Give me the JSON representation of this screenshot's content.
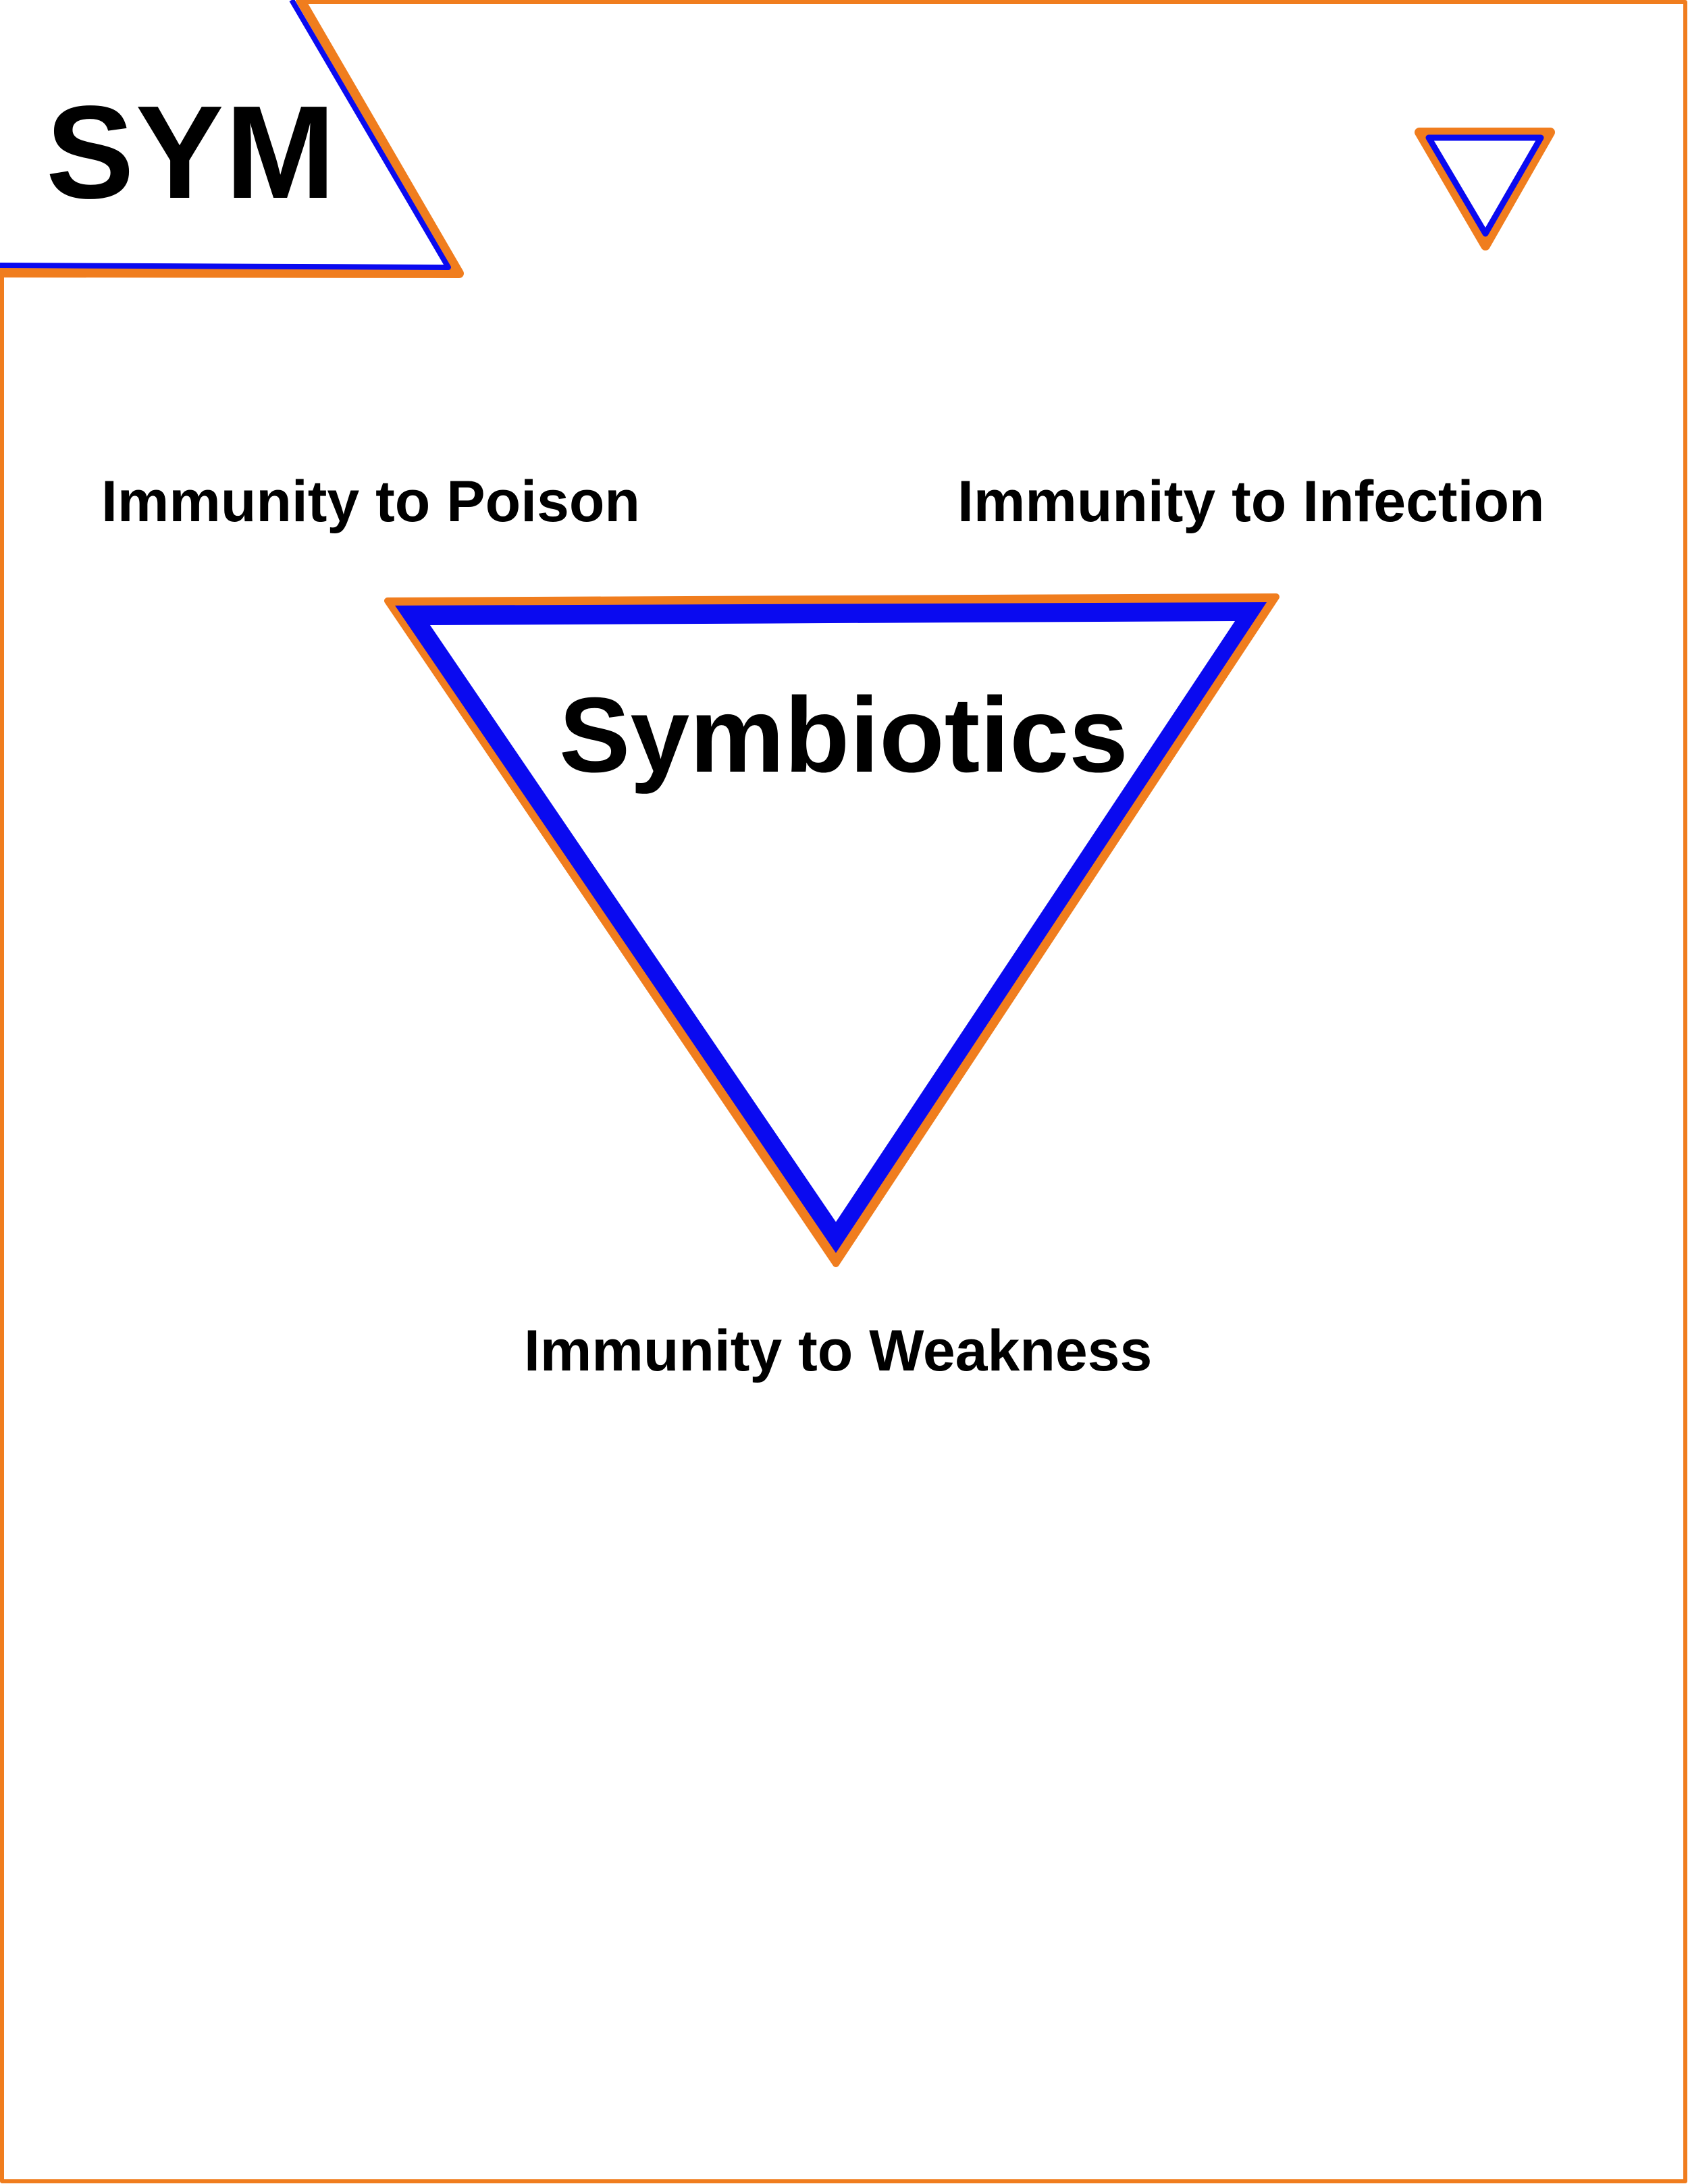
{
  "card": {
    "abbreviation": "SYM",
    "title": "Symbiotics",
    "vertices": {
      "top_left": "Immunity to Poison",
      "top_right": "Immunity to Infection",
      "bottom": "Immunity to Weakness"
    }
  },
  "colors": {
    "border": "#f07d1e",
    "accent": "#0a0af0",
    "text": "#000000",
    "background": "#ffffff"
  },
  "icons": {
    "corner_tab": "corner-tab-shape",
    "small_symbol": "down-triangle-icon",
    "main_symbol": "down-triangle-shape"
  }
}
